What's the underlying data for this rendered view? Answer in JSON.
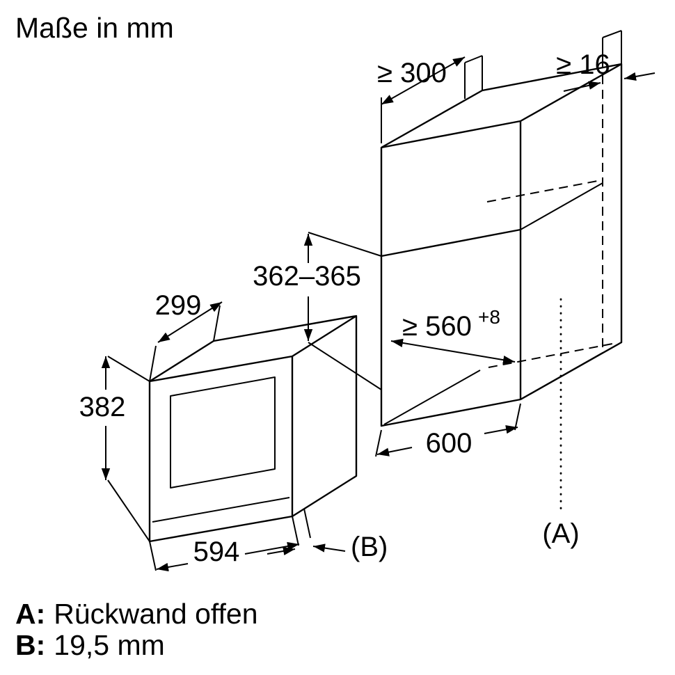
{
  "title": "Maße in mm",
  "dimensions": {
    "clearance_top": "≥ 300",
    "side_panel_thickness": "≥ 16",
    "niche_height": "362–365",
    "appliance_depth": "299",
    "niche_width": "≥ 560",
    "niche_width_tolerance": "+8",
    "appliance_height": "382",
    "appliance_width": "594",
    "cabinet_width": "600",
    "label_a": "(A)",
    "label_b": "(B)"
  },
  "legend": {
    "a_key": "A:",
    "a_value": "Rückwand offen",
    "b_key": "B:",
    "b_value": "19,5 mm"
  }
}
